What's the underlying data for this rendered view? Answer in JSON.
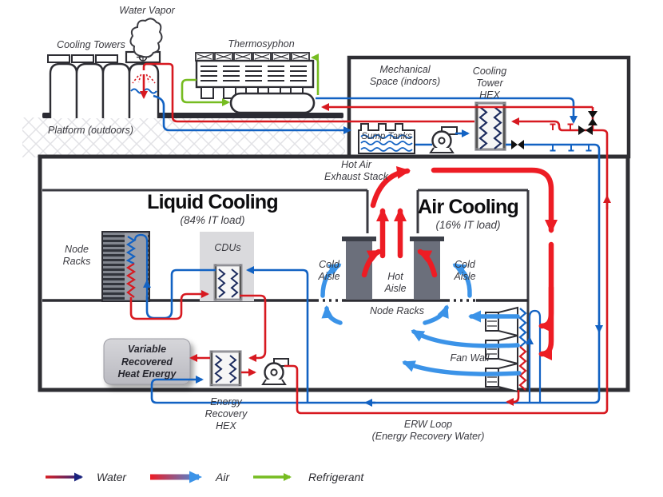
{
  "diagram": {
    "outdoor": {
      "water_vapor": "Water Vapor",
      "cooling_towers": "Cooling Towers",
      "thermosyphon": "Thermosyphon",
      "platform": "Platform (outdoors)"
    },
    "mechanical": {
      "space": "Mechanical\nSpace (indoors)",
      "cooling_tower_hex": "Cooling\nTower\nHEX",
      "sump_tanks": "Sump Tanks"
    },
    "hall": {
      "exhaust_stack": "Hot Air\nExhaust Stack",
      "liquid_title": "Liquid Cooling",
      "liquid_sub": "(84% IT load)",
      "air_title": "Air Cooling",
      "air_sub": "(16% IT load)",
      "node_racks_liquid": "Node\nRacks",
      "cdus": "CDUs",
      "cold_aisle_left": "Cold\nAisle",
      "hot_aisle": "Hot\nAisle",
      "cold_aisle_right": "Cold\nAisle",
      "node_racks_air": "Node Racks",
      "fan_wall": "Fan Wall"
    },
    "recovery": {
      "variable_heat": "Variable\nRecovered\nHeat Energy",
      "energy_recovery_hex": "Energy\nRecovery\nHEX",
      "erw_loop": "ERW Loop\n(Energy Recovery Water)"
    },
    "legend": {
      "water": "Water",
      "air": "Air",
      "refrigerant": "Refrigerant"
    },
    "colors": {
      "pipe_red": "#d71920",
      "pipe_blue": "#1262c3",
      "air_red": "#ed1c24",
      "air_blue": "#3b93e8",
      "refrigerant_green": "#76bc21",
      "water_navy": "#1a237e",
      "wall_dark": "#2e2e33",
      "rack_gray": "#6b6f7b",
      "panel_gray": "#dadadd"
    }
  }
}
